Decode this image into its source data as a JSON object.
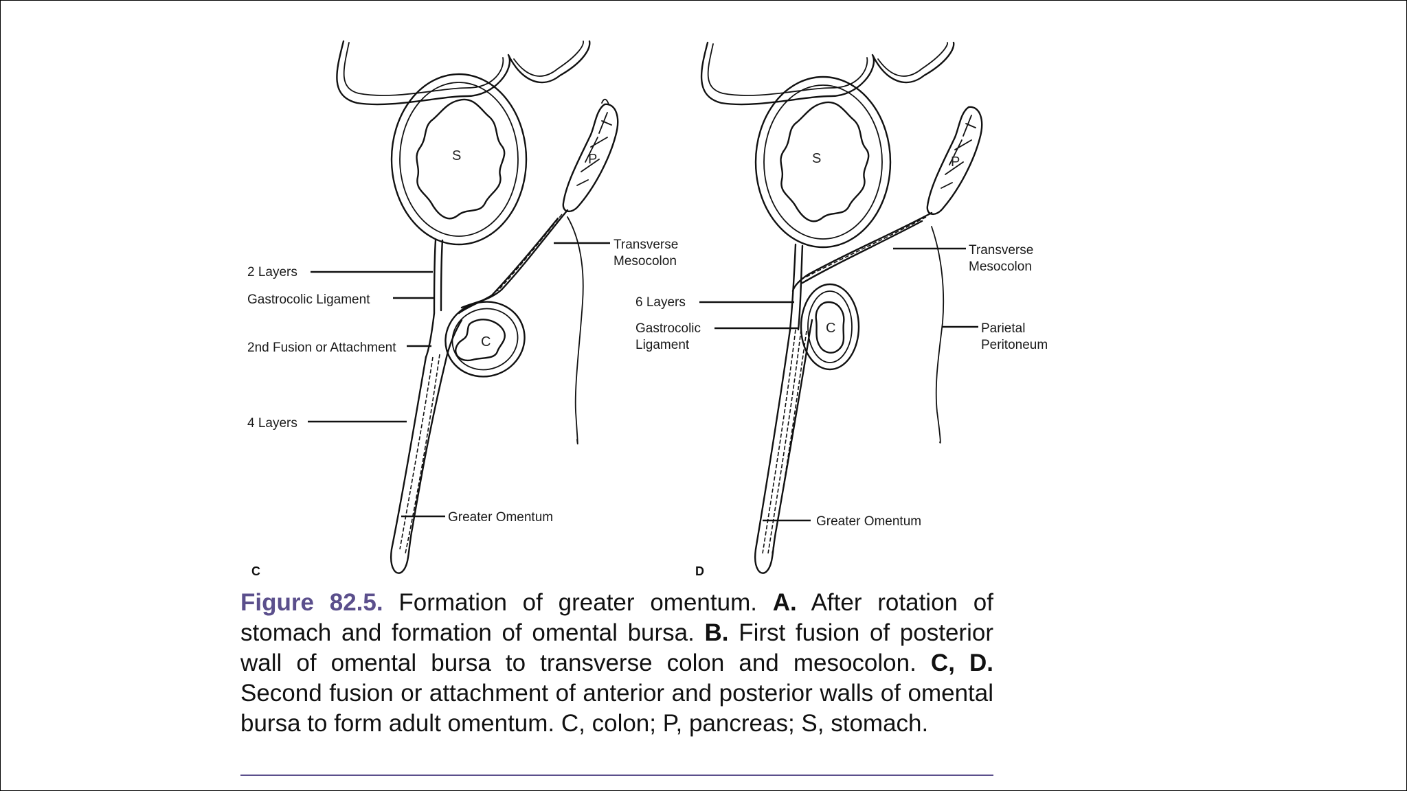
{
  "diagram": {
    "panel_c": {
      "panel_letter": "C",
      "organ_stomach": "S",
      "organ_pancreas": "P",
      "organ_colon": "C",
      "label_two_layers": "2 Layers",
      "label_gastrocolic": "Gastrocolic Ligament",
      "label_second_fusion": "2nd Fusion or Attachment",
      "label_four_layers": "4 Layers",
      "label_transverse_1": "Transverse",
      "label_transverse_2": "Mesocolon",
      "label_greater_omentum": "Greater Omentum"
    },
    "panel_d": {
      "panel_letter": "D",
      "organ_stomach": "S",
      "organ_pancreas": "P",
      "organ_colon": "C",
      "label_six_layers": "6 Layers",
      "label_gastrocolic_1": "Gastrocolic",
      "label_gastrocolic_2": "Ligament",
      "label_transverse_1": "Transverse",
      "label_transverse_2": "Mesocolon",
      "label_parietal_1": "Parietal",
      "label_parietal_2": "Peritoneum",
      "label_greater_omentum": "Greater Omentum"
    }
  },
  "caption": {
    "figure_label": "Figure 82.5.",
    "intro": " Formation of greater omentum. ",
    "a_label": "A.",
    "a_text": " After rotation of stomach and formation of omental bursa. ",
    "b_label": "B.",
    "b_text": " First fusion of posterior wall of omental bursa to transverse colon and mesocolon. ",
    "cd_label": "C, D.",
    "cd_text": " Second fusion or attachment of anterior and posterior walls of omental bursa to form adult omentum. C, colon; P, pancreas; S, stomach."
  },
  "colors": {
    "figure_label": "#5b4f8c",
    "rule": "#5b4f8c"
  }
}
